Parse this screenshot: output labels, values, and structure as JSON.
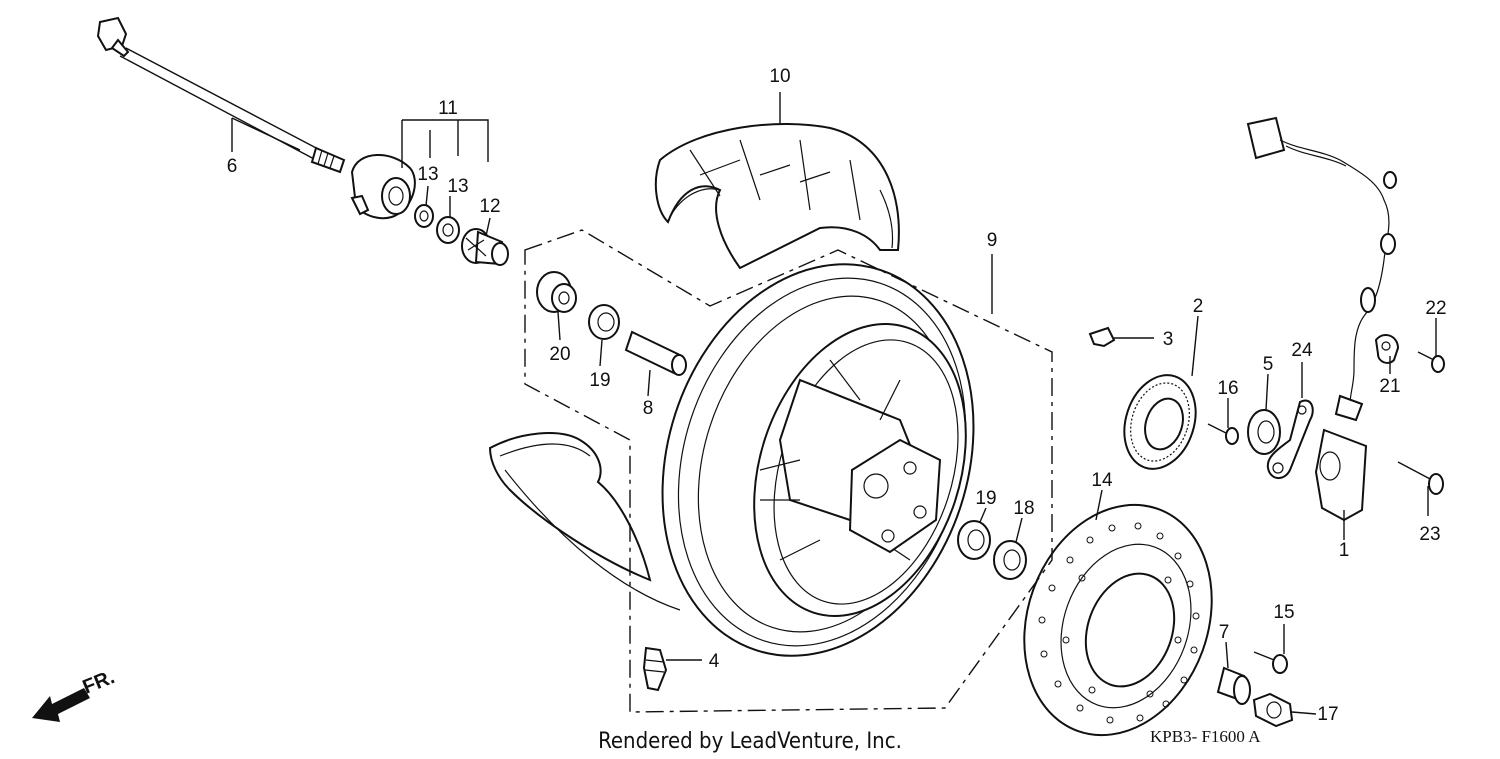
{
  "callouts": {
    "c1": "1",
    "c2": "2",
    "c3": "3",
    "c4": "4",
    "c5": "5",
    "c6": "6",
    "c7": "7",
    "c8": "8",
    "c9": "9",
    "c10": "10",
    "c11": "11",
    "c12": "12",
    "c13a": "13",
    "c13b": "13",
    "c14": "14",
    "c15": "15",
    "c16": "16",
    "c17": "17",
    "c18": "18",
    "c19a": "19",
    "c19b": "19",
    "c20": "20",
    "c21": "21",
    "c22": "22",
    "c23": "23",
    "c24": "24"
  },
  "footer": {
    "credit": "Rendered by LeadVenture, Inc.",
    "diagram_code": "KPB3- F1600 A"
  },
  "direction_label": "FR."
}
